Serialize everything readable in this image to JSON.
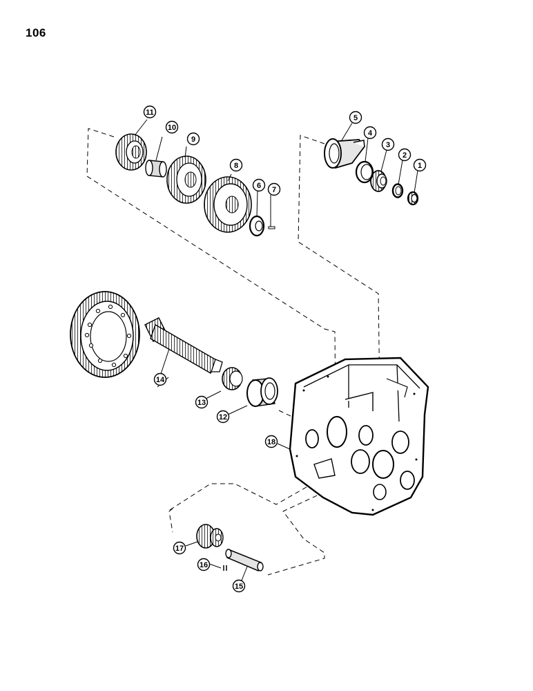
{
  "page_number": "106",
  "callouts": {
    "c1": "1",
    "c2": "2",
    "c3": "3",
    "c4": "4",
    "c5": "5",
    "c6": "6",
    "c7": "7",
    "c8": "8",
    "c9": "9",
    "c10": "10",
    "c11": "11",
    "c12": "12",
    "c13": "13",
    "c14": "14",
    "c15": "15",
    "c16": "16",
    "c17": "17",
    "c18": "18"
  }
}
